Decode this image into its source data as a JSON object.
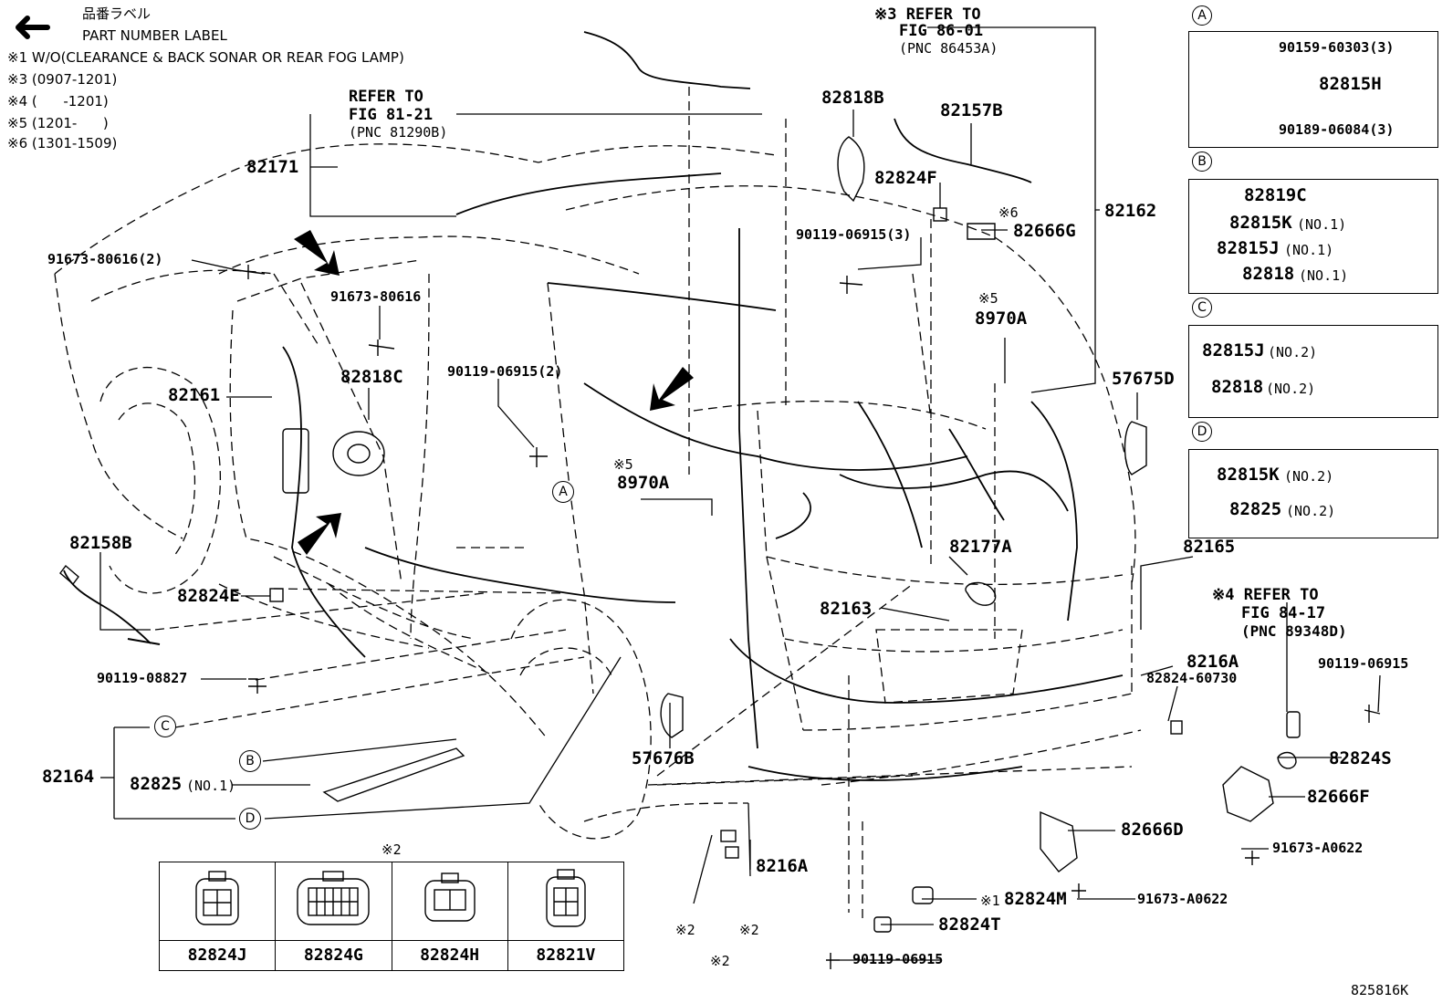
{
  "legend": {
    "arrow_label_jp": "品番ラベル",
    "arrow_label_en": "PART NUMBER LABEL",
    "note1": "※1 W/O(CLEARANCE & BACK SONAR OR REAR FOG LAMP)",
    "note3": "※3 (0907-1201)",
    "note4": "※4 (      -1201)",
    "note5": "※5 (1201-      )",
    "note6": "※6 (1301-1509)"
  },
  "refs": {
    "fig81": [
      "REFER TO",
      "FIG 81-21",
      "(PNC 81290B)"
    ],
    "fig86": [
      "※3 REFER TO",
      "FIG 86-01",
      "(PNC 86453A)"
    ],
    "fig84": [
      "※4 REFER TO",
      "FIG 84-17",
      "(PNC 89348D)"
    ]
  },
  "labels": {
    "p82171": "82171",
    "p91673_80616_2": "91673-80616(2)",
    "p91673_80616": "91673-80616",
    "p82818C": "82818C",
    "p82161": "82161",
    "p90119_06915_2": "90119-06915(2)",
    "p82158B": "82158B",
    "p82824E": "82824E",
    "p90119_08827": "90119-08827",
    "p82164": "82164",
    "p82825_1": "82825",
    "p82825_1_sub": "(NO.1)",
    "p57676B": "57676B",
    "p8970A_a": "8970A",
    "p8970A_a_note": "※5",
    "p82818B": "82818B",
    "p82157B": "82157B",
    "p82824F": "82824F",
    "p90119_06915_3": "90119-06915(3)",
    "p82666G": "82666G",
    "p82666G_note": "※6",
    "p82162": "82162",
    "p8970A_b": "8970A",
    "p8970A_b_note": "※5",
    "p57675D": "57675D",
    "p82177A": "82177A",
    "p82163": "82163",
    "p82165": "82165",
    "p8216A_a": "8216A",
    "p82824_60730": "82824-60730",
    "p90119_06915_r": "90119-06915",
    "p82824S": "82824S",
    "p82666F": "82666F",
    "p91673_A0622_a": "91673-A0622",
    "p82666D": "82666D",
    "p91673_A0622_b": "91673-A0622",
    "p82824M": "82824M",
    "p82824M_note": "※1",
    "p82824T": "82824T",
    "p90119_06915_b": "90119-06915",
    "p8216A_b": "8216A",
    "note2_a": "※2",
    "note2_b": "※2",
    "note2_c": "※2",
    "note2_top": "※2",
    "fig_code": "825816K"
  },
  "callouts": {
    "A": "A",
    "B": "B",
    "C": "C",
    "D": "D"
  },
  "detail_a": {
    "tag": "A",
    "items": [
      "90159-60303(3)",
      "82815H",
      "90189-06084(3)"
    ]
  },
  "detail_b": {
    "tag": "B",
    "items": [
      {
        "part": "82819C",
        "sub": ""
      },
      {
        "part": "82815K",
        "sub": "(NO.1)"
      },
      {
        "part": "82815J",
        "sub": "(NO.1)"
      },
      {
        "part": "82818",
        "sub": "(NO.1)"
      }
    ]
  },
  "detail_c": {
    "tag": "C",
    "items": [
      {
        "part": "82815J",
        "sub": "(NO.2)"
      },
      {
        "part": "82818",
        "sub": "(NO.2)"
      }
    ]
  },
  "detail_d": {
    "tag": "D",
    "items": [
      {
        "part": "82815K",
        "sub": "(NO.2)"
      },
      {
        "part": "82825",
        "sub": "(NO.2)"
      }
    ]
  },
  "connector_table": {
    "cells": [
      "82824J",
      "82824G",
      "82824H",
      "82821V"
    ]
  }
}
